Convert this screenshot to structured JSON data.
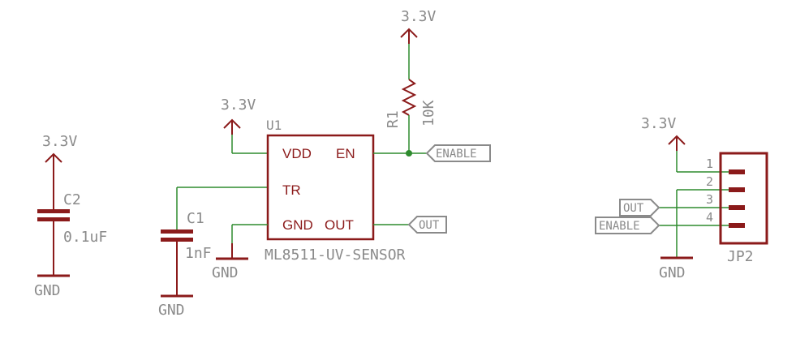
{
  "colors": {
    "symbol": "#8b1a1a",
    "wire": "#2e8b2e",
    "label": "#8a8a8a",
    "junction": "#2e8b2e"
  },
  "c2": {
    "supply": "3.3V",
    "ref": "C2",
    "value": "0.1uF",
    "gnd": "GND"
  },
  "c1": {
    "ref": "C1",
    "value": "1nF",
    "gnd": "GND"
  },
  "u1": {
    "supply": "3.3V",
    "ref": "U1",
    "part": "ML8511-UV-SENSOR",
    "pin_vdd": "VDD",
    "pin_en": "EN",
    "pin_tr": "TR",
    "pin_gnd": "GND",
    "pin_out": "OUT",
    "gnd": "GND"
  },
  "r1": {
    "supply": "3.3V",
    "ref": "R1",
    "value": "10K"
  },
  "nets": {
    "enable": "ENABLE",
    "out": "OUT"
  },
  "jp2": {
    "supply": "3.3V",
    "ref": "JP2",
    "gnd": "GND",
    "pins": [
      "1",
      "2",
      "3",
      "4"
    ],
    "net_out": "OUT",
    "net_enable": "ENABLE"
  }
}
